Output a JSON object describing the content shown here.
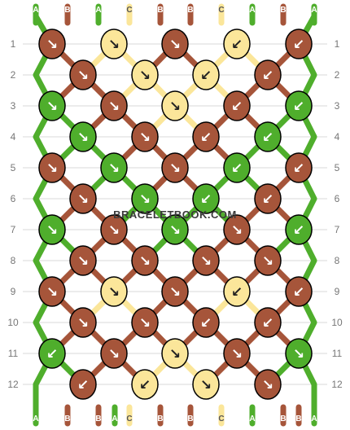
{
  "colors": {
    "A": "#4fae2c",
    "B": "#a6553a",
    "C": "#fbe69a",
    "grid_line": "#d8d8d8",
    "knot_outline": "#000000",
    "label_text": "#777777"
  },
  "top_strand_labels": [
    "A",
    "B",
    "A",
    "C",
    "B",
    "B",
    "C",
    "A",
    "B",
    "A"
  ],
  "bottom_strand_labels": [
    "A",
    "B",
    "B",
    "A",
    "C",
    "B",
    "B",
    "C",
    "A",
    "B",
    "B",
    "A"
  ],
  "row_labels": [
    "1",
    "2",
    "3",
    "4",
    "5",
    "6",
    "7",
    "8",
    "9",
    "10",
    "11",
    "12"
  ],
  "watermark": "BRACELETBOOK.COM",
  "knot_rows": [
    {
      "row": "1",
      "knots": [
        {
          "color": "B",
          "dir": "↘"
        },
        {
          "color": "C",
          "dir": "↘"
        },
        {
          "color": "B",
          "dir": "↘"
        },
        {
          "color": "C",
          "dir": "↙"
        },
        {
          "color": "B",
          "dir": "↙"
        }
      ]
    },
    {
      "row": "2",
      "knots": [
        {
          "color": "B",
          "dir": "↘"
        },
        {
          "color": "C",
          "dir": "↘"
        },
        {
          "color": "C",
          "dir": "↙"
        },
        {
          "color": "B",
          "dir": "↙"
        }
      ]
    },
    {
      "row": "3",
      "knots": [
        {
          "color": "A",
          "dir": "↘"
        },
        {
          "color": "B",
          "dir": "↘"
        },
        {
          "color": "C",
          "dir": "↘"
        },
        {
          "color": "B",
          "dir": "↙"
        },
        {
          "color": "A",
          "dir": "↙"
        }
      ]
    },
    {
      "row": "4",
      "knots": [
        {
          "color": "A",
          "dir": "↘"
        },
        {
          "color": "B",
          "dir": "↘"
        },
        {
          "color": "B",
          "dir": "↙"
        },
        {
          "color": "A",
          "dir": "↙"
        }
      ]
    },
    {
      "row": "5",
      "knots": [
        {
          "color": "B",
          "dir": "↘"
        },
        {
          "color": "A",
          "dir": "↘"
        },
        {
          "color": "B",
          "dir": "↘"
        },
        {
          "color": "A",
          "dir": "↙"
        },
        {
          "color": "B",
          "dir": "↙"
        }
      ]
    },
    {
      "row": "6",
      "knots": [
        {
          "color": "B",
          "dir": "↘"
        },
        {
          "color": "A",
          "dir": "↘"
        },
        {
          "color": "A",
          "dir": "↙"
        },
        {
          "color": "B",
          "dir": "↙"
        }
      ]
    },
    {
      "row": "7",
      "knots": [
        {
          "color": "A",
          "dir": "↘"
        },
        {
          "color": "B",
          "dir": "↘"
        },
        {
          "color": "A",
          "dir": "↘"
        },
        {
          "color": "B",
          "dir": "↘"
        },
        {
          "color": "A",
          "dir": "↙"
        }
      ]
    },
    {
      "row": "8",
      "knots": [
        {
          "color": "B",
          "dir": "↘"
        },
        {
          "color": "B",
          "dir": "↘"
        },
        {
          "color": "B",
          "dir": "↘"
        },
        {
          "color": "B",
          "dir": "↘"
        }
      ]
    },
    {
      "row": "9",
      "knots": [
        {
          "color": "B",
          "dir": "↘"
        },
        {
          "color": "C",
          "dir": "↘"
        },
        {
          "color": "B",
          "dir": "↘"
        },
        {
          "color": "C",
          "dir": "↙"
        },
        {
          "color": "B",
          "dir": "↙"
        }
      ]
    },
    {
      "row": "10",
      "knots": [
        {
          "color": "B",
          "dir": "↘"
        },
        {
          "color": "B",
          "dir": "↘"
        },
        {
          "color": "B",
          "dir": "↙"
        },
        {
          "color": "B",
          "dir": "↙"
        }
      ]
    },
    {
      "row": "11",
      "knots": [
        {
          "color": "A",
          "dir": "↙"
        },
        {
          "color": "B",
          "dir": "↘"
        },
        {
          "color": "C",
          "dir": "↘"
        },
        {
          "color": "B",
          "dir": "↘"
        },
        {
          "color": "A",
          "dir": "↘"
        }
      ]
    },
    {
      "row": "12",
      "knots": [
        {
          "color": "B",
          "dir": "↙"
        },
        {
          "color": "C",
          "dir": "↙"
        },
        {
          "color": "C",
          "dir": "↘"
        },
        {
          "color": "B",
          "dir": "↘"
        }
      ]
    }
  ]
}
